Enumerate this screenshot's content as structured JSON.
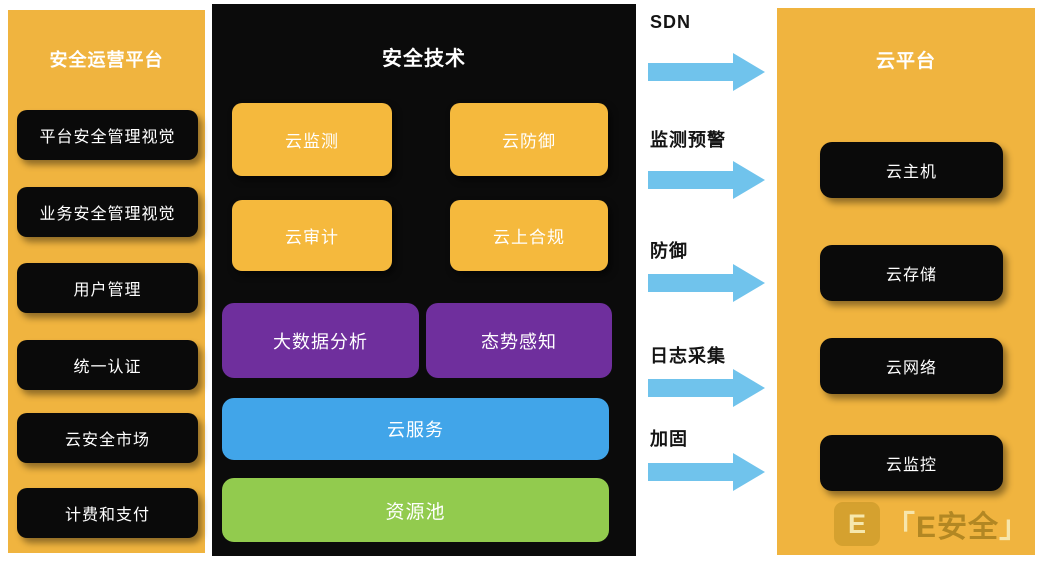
{
  "left_panel": {
    "title": "安全运营平台",
    "items": [
      "平台安全管理视觉",
      "业务安全管理视觉",
      "用户管理",
      "统一认证",
      "云安全市场",
      "计费和支付"
    ]
  },
  "middle_panel": {
    "title": "安全技术",
    "yellow_boxes": [
      "云监测",
      "云防御",
      "云审计",
      "云上合规"
    ],
    "purple_boxes": [
      "大数据分析",
      "态势感知"
    ],
    "blue_box": "云服务",
    "green_box": "资源池"
  },
  "flow_labels": [
    "SDN",
    "监测预警",
    "防御",
    "日志采集",
    "加固"
  ],
  "right_panel": {
    "title": "云平台",
    "items": [
      "云主机",
      "云存储",
      "云网络",
      "云监控"
    ]
  },
  "watermark": {
    "icon_letter": "E",
    "bracket_open": "「",
    "name": "E安全",
    "bracket_close": "」"
  },
  "colors": {
    "panel_yellow": "#F0B43F",
    "node_black": "#0A0A0A",
    "node_yellow": "#F5B93D",
    "node_purple": "#6F2F9D",
    "node_blue": "#41A5E9",
    "node_green": "#92CB4E",
    "arrow_blue": "#70C3EC",
    "flow_label_text": "#141414",
    "node_text": "#FFFFFF"
  }
}
